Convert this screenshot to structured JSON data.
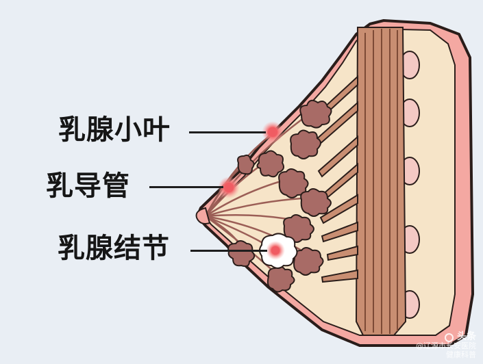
{
  "labels": {
    "lobule": "乳腺小叶",
    "duct": "乳导管",
    "nodule": "乳腺结节"
  },
  "watermark": {
    "brand": "头条",
    "line1": "@辽源市长安医院",
    "line2": "健康科普"
  },
  "colors": {
    "background": "#e9eef4",
    "skin": "#f4a8a2",
    "skin_outline": "#2a1d1a",
    "fat": "#f6e4c8",
    "muscle": "#c98e72",
    "lobule": "#a86b66",
    "duct": "#9b5e56",
    "highlight": "#f05a62",
    "nodule_shell": "#ffffff"
  }
}
